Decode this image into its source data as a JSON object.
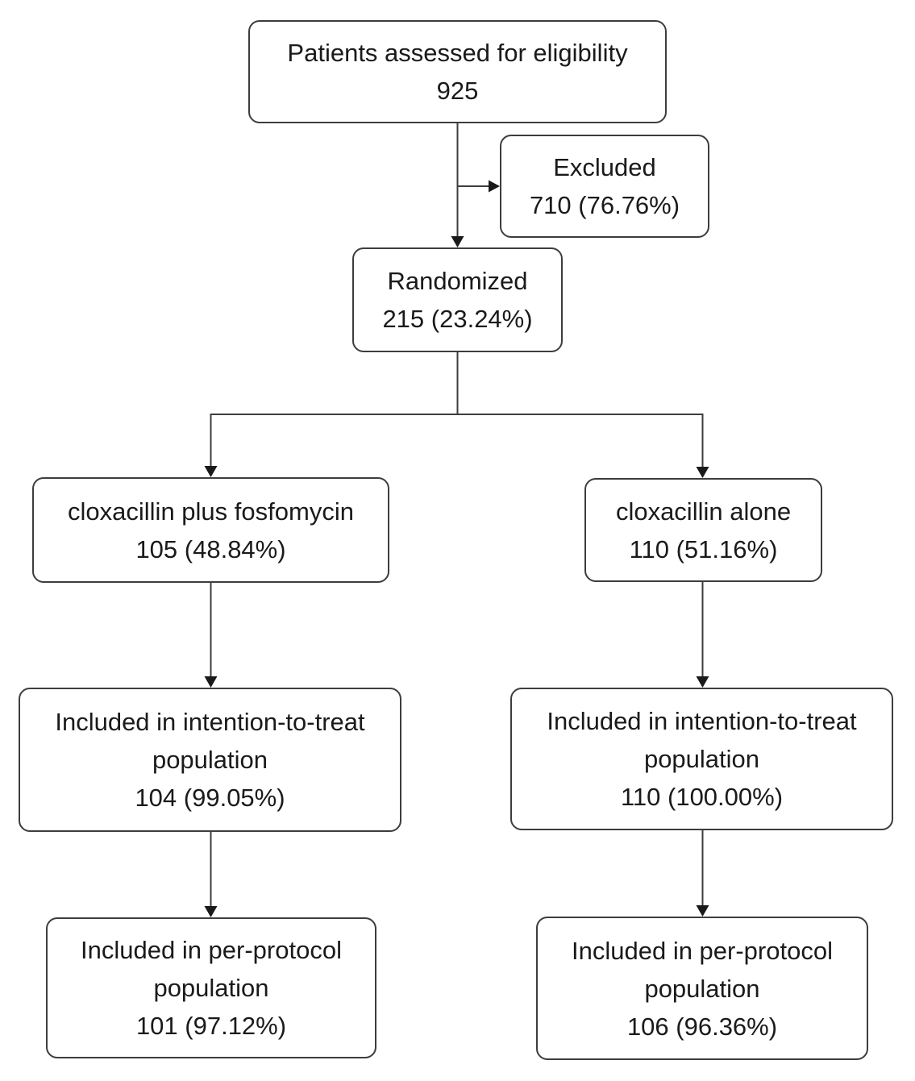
{
  "colors": {
    "background": "#ffffff",
    "border": "#3d3d3d",
    "text": "#1a1a1a",
    "connector": "#3d3d3d"
  },
  "diagram": {
    "type": "flowchart",
    "nodes": [
      {
        "id": "assessed",
        "label": "Patients assessed for eligibility",
        "value": "925"
      },
      {
        "id": "excluded",
        "label": "Excluded",
        "value": "710 (76.76%)"
      },
      {
        "id": "randomized",
        "label": "Randomized",
        "value": "215 (23.24%)"
      },
      {
        "id": "arm-combo",
        "label": "cloxacillin plus fosfomycin",
        "value": "105 (48.84%)"
      },
      {
        "id": "arm-mono",
        "label": "cloxacillin alone",
        "value": "110 (51.16%)"
      },
      {
        "id": "itt-combo",
        "label": "Included in intention-to-treat population",
        "value": "104 (99.05%)"
      },
      {
        "id": "itt-mono",
        "label": "Included in intention-to-treat population",
        "value": "110 (100.00%)"
      },
      {
        "id": "pp-combo",
        "label": "Included in per-protocol population",
        "value": "101 (97.12%)"
      },
      {
        "id": "pp-mono",
        "label": "Included in per-protocol population",
        "value": "106 (96.36%)"
      }
    ],
    "edges": [
      {
        "from": "assessed",
        "to": "excluded",
        "arrow": true
      },
      {
        "from": "assessed",
        "to": "randomized",
        "arrow": true
      },
      {
        "from": "randomized",
        "to": "arm-combo",
        "arrow": true
      },
      {
        "from": "randomized",
        "to": "arm-mono",
        "arrow": true
      },
      {
        "from": "arm-combo",
        "to": "itt-combo",
        "arrow": true
      },
      {
        "from": "arm-mono",
        "to": "itt-mono",
        "arrow": true
      },
      {
        "from": "itt-combo",
        "to": "pp-combo",
        "arrow": true
      },
      {
        "from": "itt-mono",
        "to": "pp-mono",
        "arrow": true
      }
    ]
  }
}
